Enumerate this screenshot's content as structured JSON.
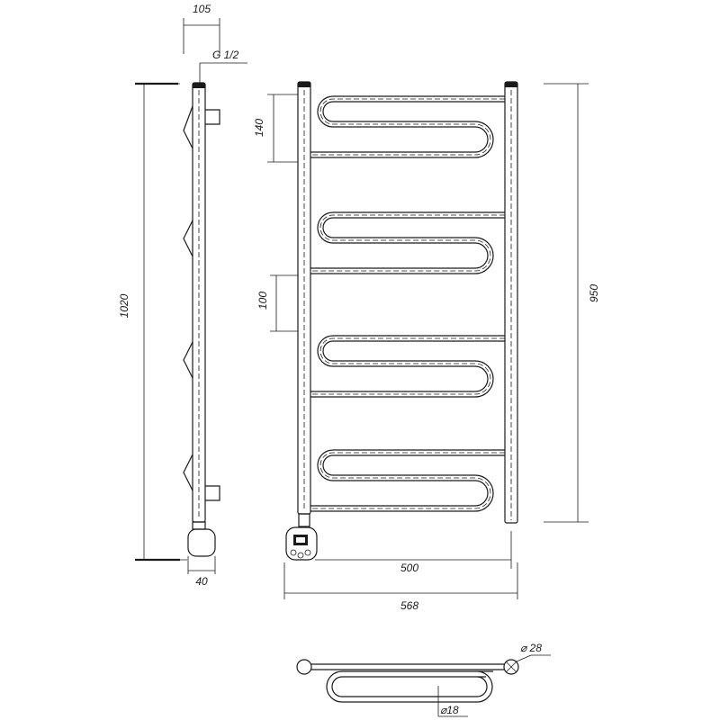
{
  "drawing": {
    "side_view": {
      "top_width": "105",
      "thread": "G 1/2",
      "overall_height": "1020",
      "base_depth": "40"
    },
    "front_view": {
      "upper_bend_pitch": "140",
      "gap_pitch": "100",
      "axis_height": "950",
      "axis_width": "500",
      "overall_width": "568"
    },
    "top_view": {
      "collector_diameter": "⌀ 28",
      "tube_diameter": "⌀18"
    }
  },
  "colors": {
    "line": "#1a1a1a",
    "background": "#ffffff"
  }
}
